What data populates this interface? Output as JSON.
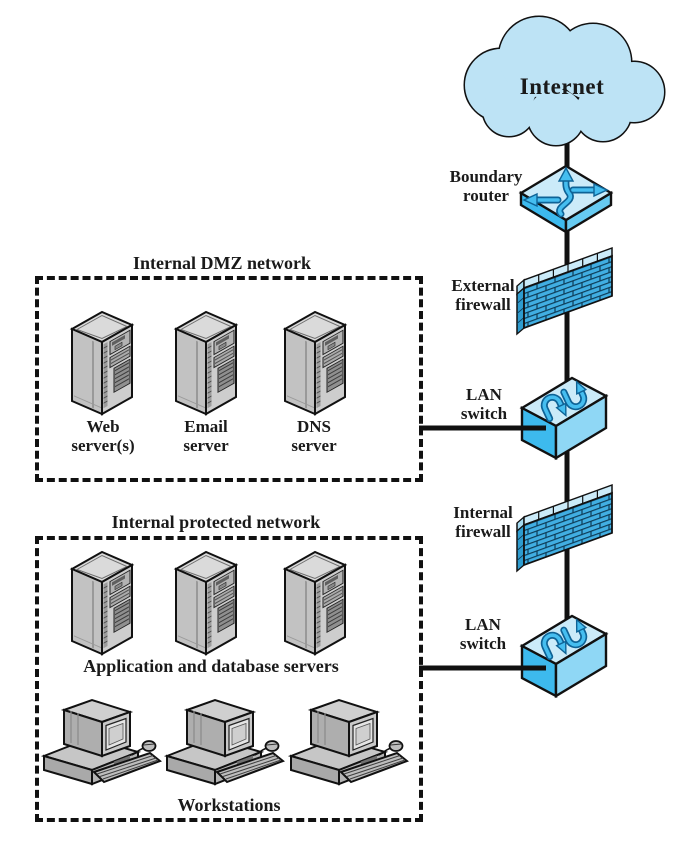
{
  "internet": {
    "label": "Internet"
  },
  "backbone": {
    "boundary_router": {
      "label": "Boundary\nrouter"
    },
    "external_firewall": {
      "label": "External\nfirewall"
    },
    "lan_switch_top": {
      "label": "LAN\nswitch"
    },
    "internal_firewall": {
      "label": "Internal\nfirewall"
    },
    "lan_switch_bottom": {
      "label": "LAN\nswitch"
    }
  },
  "dmz_network": {
    "title": "Internal DMZ network",
    "servers": [
      {
        "label": "Web\nserver(s)"
      },
      {
        "label": "Email\nserver"
      },
      {
        "label": "DNS\nserver"
      }
    ]
  },
  "protected_network": {
    "title": "Internal protected network",
    "servers_caption": "Application and database servers",
    "workstations_caption": "Workstations"
  },
  "icons": {
    "cloud": "internet-cloud-icon",
    "router": "boundary-router-icon",
    "firewall": "brick-firewall-icon",
    "switch": "lan-switch-icon",
    "server": "server-tower-icon",
    "workstation": "workstation-icon"
  },
  "colors": {
    "cloud_fill": "#BDE3F5",
    "device_top": "#CBEBF9",
    "device_front": "#3DBAEE",
    "device_side": "#8FD7F5",
    "brick": "#41AEE2",
    "arrow_fill": "#45BEF0",
    "arrow_outline": "#0E6396",
    "server_gray": "#C8C8C8",
    "line": "#111111"
  }
}
